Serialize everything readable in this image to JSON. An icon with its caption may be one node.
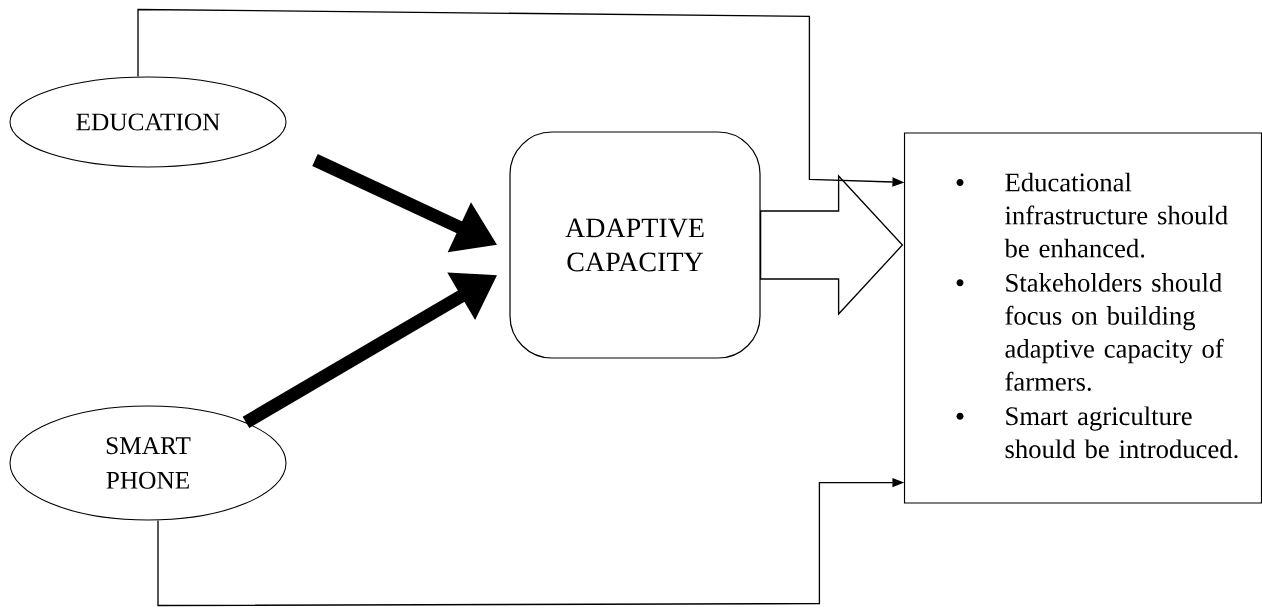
{
  "diagram": {
    "nodes": [
      {
        "text": [
          "EDUCATION"
        ]
      },
      {
        "text": [
          "SMART PHONE"
        ]
      },
      {
        "text": [
          "ADAPTIVE CAPACITY"
        ]
      },
      {
        "text": [
          "Educational infrastructure should be enhanced.",
          "Stakeholders should focus on building adaptive capacity of farmers.",
          "Smart agriculture should be introduced."
        ]
      }
    ],
    "edges": [
      {
        "from": 0,
        "to": 2,
        "arrow": "to",
        "style": "thick"
      },
      {
        "from": 1,
        "to": 2,
        "arrow": "to",
        "style": "thick"
      },
      {
        "from": 2,
        "to": 3,
        "arrow": "to"
      },
      {
        "from": 0,
        "to": 3,
        "arrow": "to"
      },
      {
        "from": 1,
        "to": 3,
        "arrow": "to"
      }
    ]
  }
}
